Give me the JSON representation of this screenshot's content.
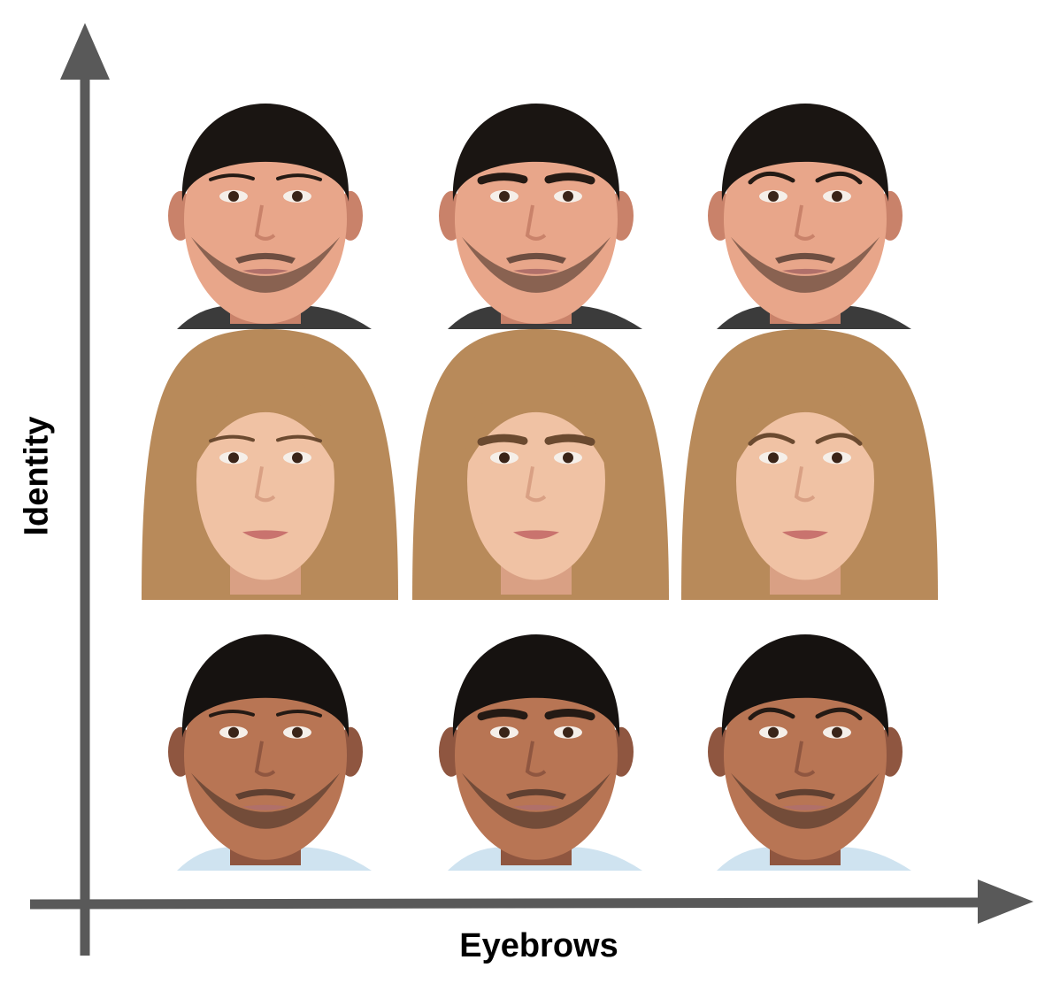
{
  "figure": {
    "x_axis_label": "Eyebrows",
    "y_axis_label": "Identity",
    "axis_color": "#595959",
    "rows": [
      {
        "identity": "man with short dark hair and goatee",
        "skin": "#e8a68a",
        "skin_shadow": "#c9826a",
        "hair": "#1a1512",
        "shirt": "#3b3b3b",
        "brow_variants": [
          "thin",
          "thick",
          "arched"
        ]
      },
      {
        "identity": "woman with long blonde hair",
        "skin": "#f0c2a4",
        "skin_shadow": "#d9a084",
        "hair": "#b88a5a",
        "shirt": "none",
        "brow_variants": [
          "thin",
          "thick",
          "arched"
        ]
      },
      {
        "identity": "man with shaved hair and beard",
        "skin": "#b87554",
        "skin_shadow": "#8f5640",
        "hair": "#161210",
        "shirt": "#cfe3f0",
        "brow_variants": [
          "thin",
          "thick",
          "arched"
        ]
      }
    ]
  }
}
